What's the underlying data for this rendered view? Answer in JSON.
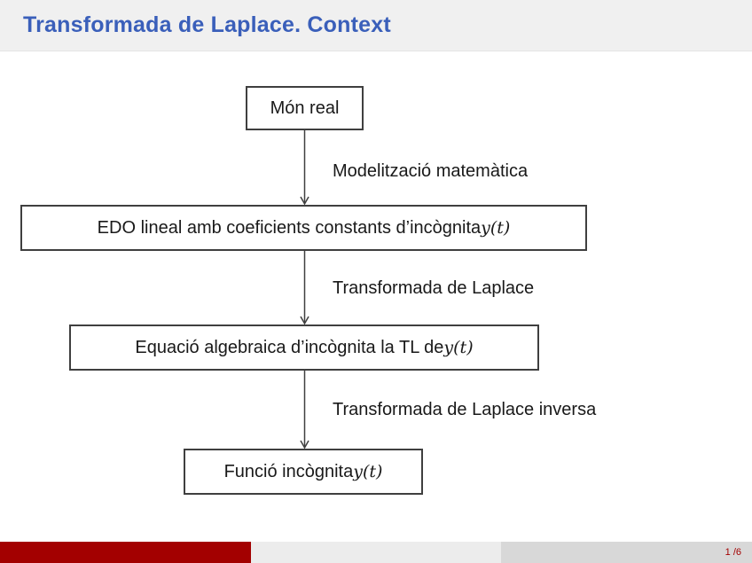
{
  "header": {
    "title": "Transformada de Laplace. Context"
  },
  "diagram": {
    "boxes": [
      {
        "text": "Món real",
        "math": ""
      },
      {
        "text": "EDO lineal amb coeficients constants d’incògnita ",
        "math": "y(t)"
      },
      {
        "text": "Equació algebraica d’incògnita la TL de ",
        "math": "y(t)"
      },
      {
        "text": "Funció incògnita ",
        "math": "y(t)"
      }
    ],
    "edge_labels": [
      "Modelització matemàtica",
      "Transformada de Laplace",
      "Transformada de Laplace inversa"
    ]
  },
  "footer": {
    "page_label": "1 /6"
  },
  "colors": {
    "title_blue": "#3a5fba",
    "header_bg": "#f0f0f0",
    "box_border": "#3f3f3f",
    "arrow": "#3f3f3f",
    "footer_red": "#a30000",
    "footer_light_gray": "#ececec",
    "footer_mid_gray": "#d8d8d8"
  }
}
